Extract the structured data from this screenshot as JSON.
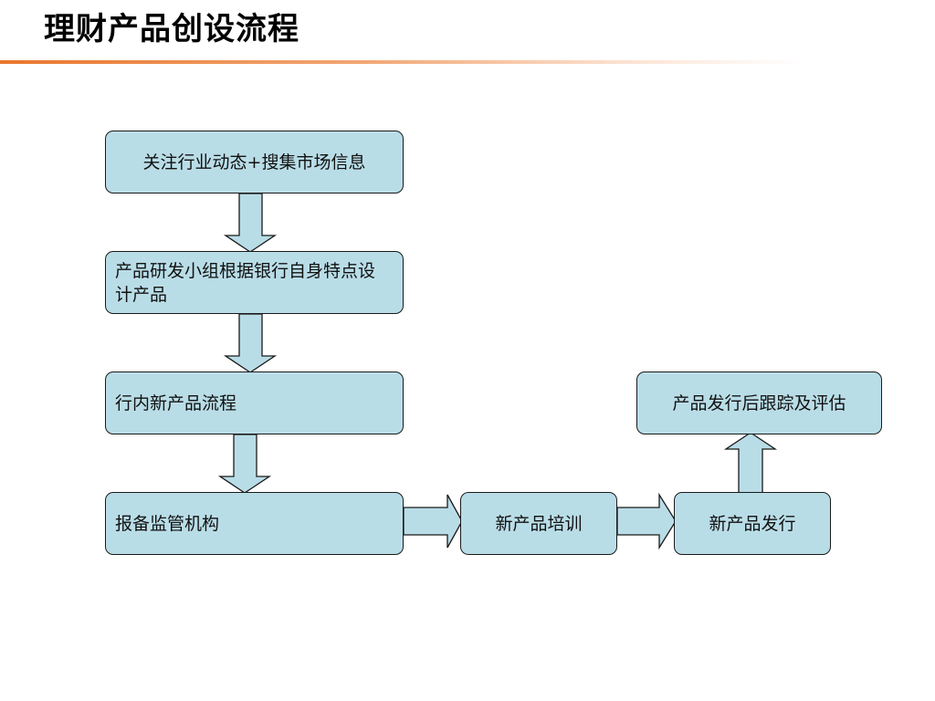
{
  "title": "理财产品创设流程",
  "steps": {
    "monitor": "关注行业动态+搜集市场信息",
    "design": "产品研发小组根据银行自身特点设计产品",
    "internal": "行内新产品流程",
    "report": "报备监管机构",
    "training": "新产品培训",
    "issue": "新产品发行",
    "tracking": "产品发行后跟踪及评估"
  },
  "colors": {
    "box_fill": "#b9dde7",
    "accent": "#e8772e"
  }
}
